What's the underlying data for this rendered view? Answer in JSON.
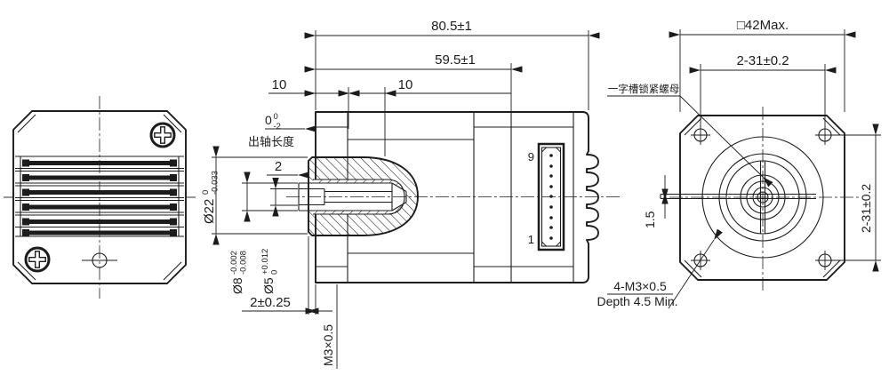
{
  "side_view": {
    "dim_overall_length": "80.5±1",
    "dim_body_length": "59.5±1",
    "dim_front_seg": "10",
    "dim_mid_seg": "10",
    "shaft_len_value": "0",
    "shaft_len_tol_upper": "0",
    "shaft_len_tol_lower": "-2",
    "shaft_len_label": "出轴长度",
    "dim_shaft_tip": "2",
    "dia_knob": {
      "value": "Ø22",
      "tol_upper": "0",
      "tol_lower": "-0.033"
    },
    "dia_shaft": {
      "value": "Ø8",
      "tol_upper": "-0.002",
      "tol_lower": "-0.008"
    },
    "dia_bore": {
      "value": "Ø5",
      "tol_upper": "+0.012",
      "tol_lower": "0"
    },
    "dim_pilot_step": "2±0.25",
    "shaft_thread": "M3×0.5",
    "connector_pin_top": "9",
    "connector_pin_bottom": "1"
  },
  "front_view": {
    "callout_lock_nut": "一字槽锁紧螺母",
    "dim_frame_size": "□42Max.",
    "dim_hole_pitch_horizontal": "2-31±0.2",
    "dim_hole_pitch_vertical": "2-31±0.2",
    "dim_slot_width": "1.5",
    "mount_thread": "4-M3×0.5",
    "mount_thread_depth": "Depth 4.5 Min."
  },
  "colors": {
    "line": "#1c1c1c",
    "background": "#ffffff"
  }
}
